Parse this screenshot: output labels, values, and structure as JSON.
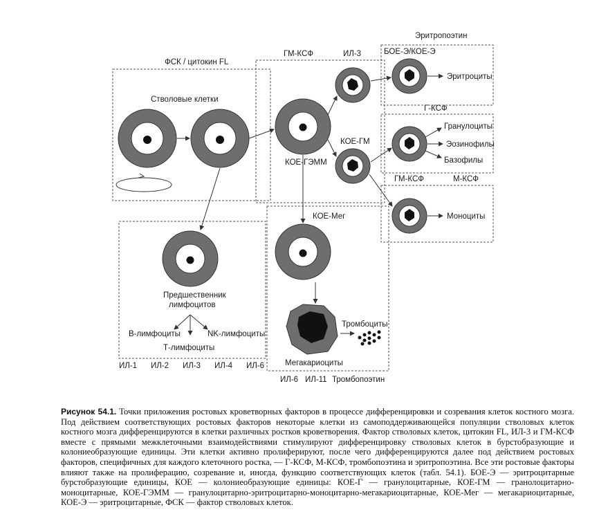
{
  "diagram": {
    "labels": {
      "fsk_fl": "ФСК / цитокин FL",
      "stem_cells": "Стволовые клетки",
      "gm_csf_top": "ГМ-КСФ",
      "il3": "ИЛ-3",
      "erythropoietin": "Эритропоэтин",
      "boe_koe_e": "БОЕ-Э/КОЕ-Э",
      "erythrocytes": "Эритроциты",
      "g_csf": "Г-КСФ",
      "granulocytes": "Гранулоциты",
      "eosinophils": "Эозинофилы",
      "basophils": "Базофилы",
      "koe_gm": "КОЕ-ГМ",
      "koe_gemm": "КОЕ-ГЭММ",
      "gm_csf_mid": "ГМ-КСФ",
      "m_csf": "М-КСФ",
      "monocytes": "Моноциты",
      "koe_meg": "КОЕ-Мег",
      "lymph_precursor_1": "Предшественник",
      "lymph_precursor_2": "лимфоцитов",
      "b_lymph": "B-лимфоциты",
      "nk_lymph": "NK-лимфоциты",
      "t_lymph": "Т-лимфоциты",
      "thrombocytes": "Тромбоциты",
      "megakaryocytes": "Мегакариоциты",
      "il1": "ИЛ-1",
      "il2": "ИЛ-2",
      "il3b": "ИЛ-3",
      "il4": "ИЛ-4",
      "il6": "ИЛ-6",
      "il6b": "ИЛ-6",
      "il11": "ИЛ-11",
      "thrombopoietin": "Тромбопоэтин"
    }
  },
  "caption": {
    "title": "Рисунок 54.1.",
    "text": "Точки приложения ростовых кроветворных факторов в процессе дифференцировки и созревания клеток костного мозга. Под действием соответствующих ростовых факторов некоторые клетки из самоподдерживающейся популяции стволовых клеток костного мозга дифференцируются в клетки различных ростков кроветворения. Фактор стволовых клеток, цитокин FL, ИЛ-3 и ГМ-КСФ вместе с прямыми межклеточными взаимодействиями стимулируют дифференцировку стволовых клеток в бурстобразующие и колониеобразующие единицы. Эти клетки активно пролиферируют, после чего дифференцируются далее под действием ростовых факторов, специфичных для каждого клеточного ростка, — Г-КСФ, М-КСФ, тромбопоэтина и эритропоэтина. Все эти ростовые факторы влияют также на пролиферацию, созревание и, иногда, функцию соответствующих клеток (табл. 54.1). БОЕ-Э — эритроцитарные бурстобразующие единицы, КОЕ — колониеобразующие единицы: КОЕ-Г — гранулоцитарные, КОЕ-ГМ — гранолоцитарно-моноцитарные, КОЕ-ГЭММ — гранулоцитарно-эритроцитарно-моноцитарно-мегакариоцитарные, КОЕ-Мег — мегакариоцитарные, КОЕ-Э — эритроцитарные, ФСК — фактор стволовых клеток."
  }
}
